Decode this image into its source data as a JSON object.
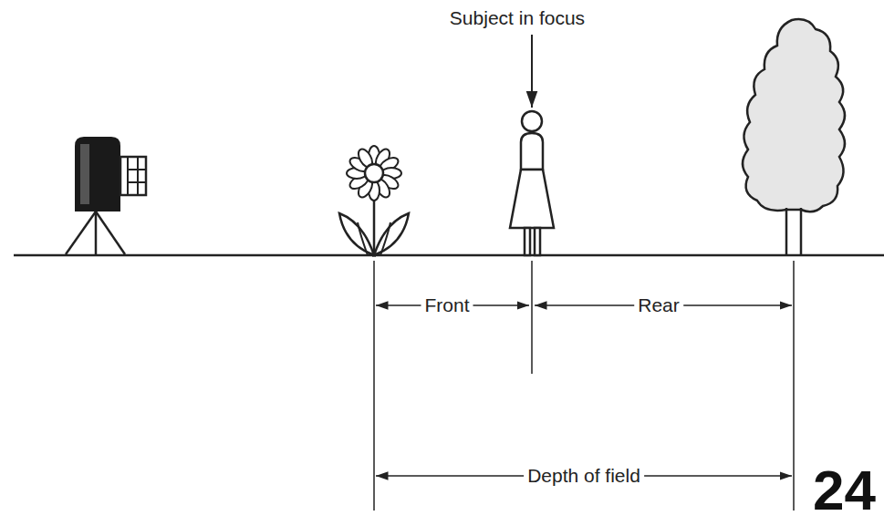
{
  "diagram": {
    "labels": [
      "Subject in focus",
      "Front",
      "Rear",
      "Depth of field",
      "24"
    ]
  }
}
